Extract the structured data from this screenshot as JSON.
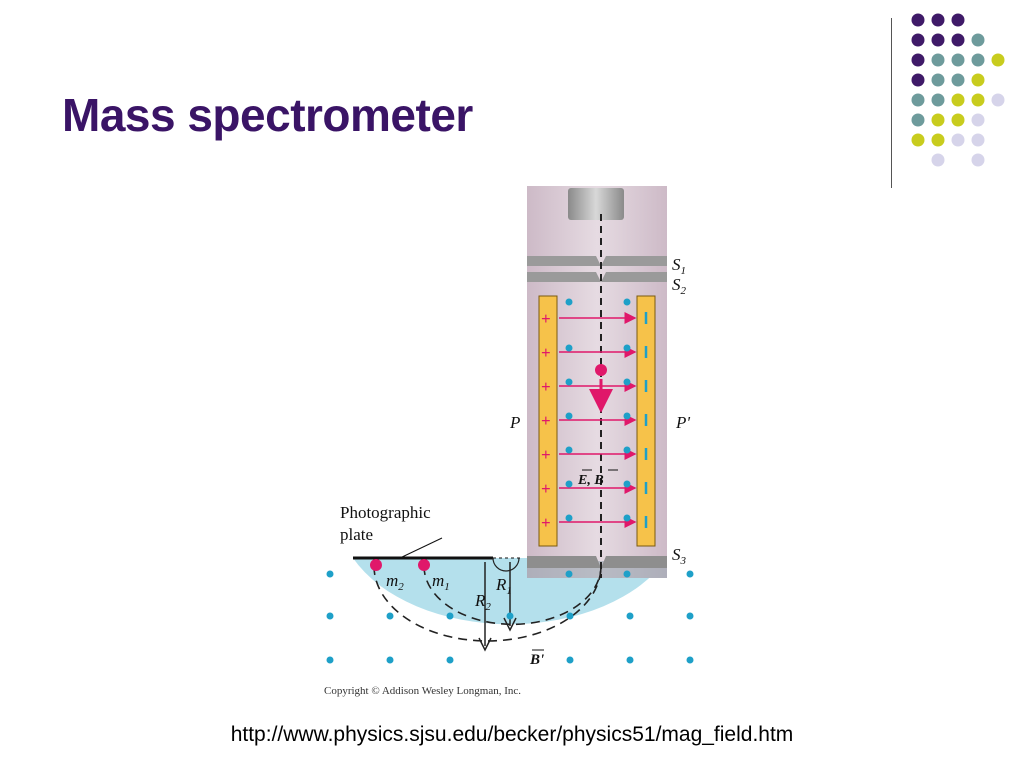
{
  "slide": {
    "title": "Mass spectrometer",
    "footer_url": "http://www.physics.sjsu.edu/becker/physics51/mag_field.htm"
  },
  "decor": {
    "dot_colors": {
      "purple": "#3f1a68",
      "teal": "#6e9b9c",
      "yellow": "#c8cc1e",
      "lavender": "#d6d4ea"
    }
  },
  "diagram": {
    "labels": {
      "s1": "S",
      "s1_sub": "1",
      "s2": "S",
      "s2_sub": "2",
      "s3": "S",
      "s3_sub": "3",
      "p": "P",
      "p_prime": "P'",
      "eb": "E, B",
      "plate_line1": "Photographic",
      "plate_line2": "plate",
      "m2": "m",
      "m2_sub": "2",
      "m1": "m",
      "m1_sub": "1",
      "r1": "R",
      "r1_sub": "1",
      "r2": "R",
      "r2_sub": "2",
      "b_prime": "B'",
      "copyright": "Copyright © Addison Wesley Longman, Inc."
    },
    "colors": {
      "tube": "#d8c8d2",
      "chamber": "#b4e0ec",
      "plate_fill": "#f6c24a",
      "field_arrow": "#e0186a",
      "dot": "#1ea0c8"
    }
  }
}
